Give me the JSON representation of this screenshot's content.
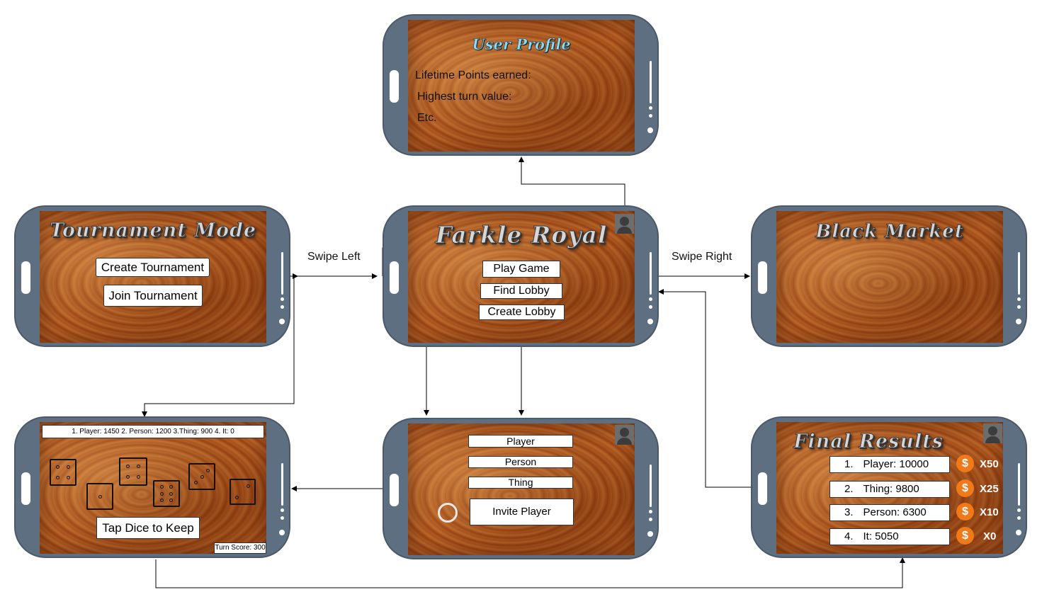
{
  "profile": {
    "title": "User Profile",
    "lines": [
      "Lifetime Points earned:",
      "Highest turn value:",
      "Etc."
    ]
  },
  "tournament": {
    "title": "Tournament Mode",
    "create_label": "Create Tournament",
    "join_label": "Join Tournament"
  },
  "home": {
    "title": "Farkle Royal",
    "play_label": "Play Game",
    "find_label": "Find Lobby",
    "create_label": "Create Lobby"
  },
  "market": {
    "title": "Black Market"
  },
  "game": {
    "scores": "1. Player: 1450    2. Person: 1200    3.Thing: 900    4. It: 0",
    "tap_label": "Tap Dice to Keep",
    "turn_score": "Turn Score: 300",
    "dice": [
      4,
      1,
      4,
      6,
      3,
      2
    ]
  },
  "lobby": {
    "players": [
      "Player",
      "Person",
      "Thing"
    ],
    "invite_label": "Invite Player"
  },
  "results": {
    "title": "Final Results",
    "rows": [
      {
        "rank": "1.",
        "name": "Player: 10000",
        "reward": "X50"
      },
      {
        "rank": "2.",
        "name": "Thing: 9800",
        "reward": "X25"
      },
      {
        "rank": "3.",
        "name": "Person: 6300",
        "reward": "X10"
      },
      {
        "rank": "4.",
        "name": "It: 5050",
        "reward": "X0"
      }
    ],
    "coin_symbol": "$"
  },
  "edges": {
    "swipe_left": "Swipe Left",
    "swipe_right": "Swipe Right"
  },
  "colors": {
    "phone": "#5f6f82",
    "coin": "#f07a1a",
    "profile_title": "#8fdcf0"
  }
}
